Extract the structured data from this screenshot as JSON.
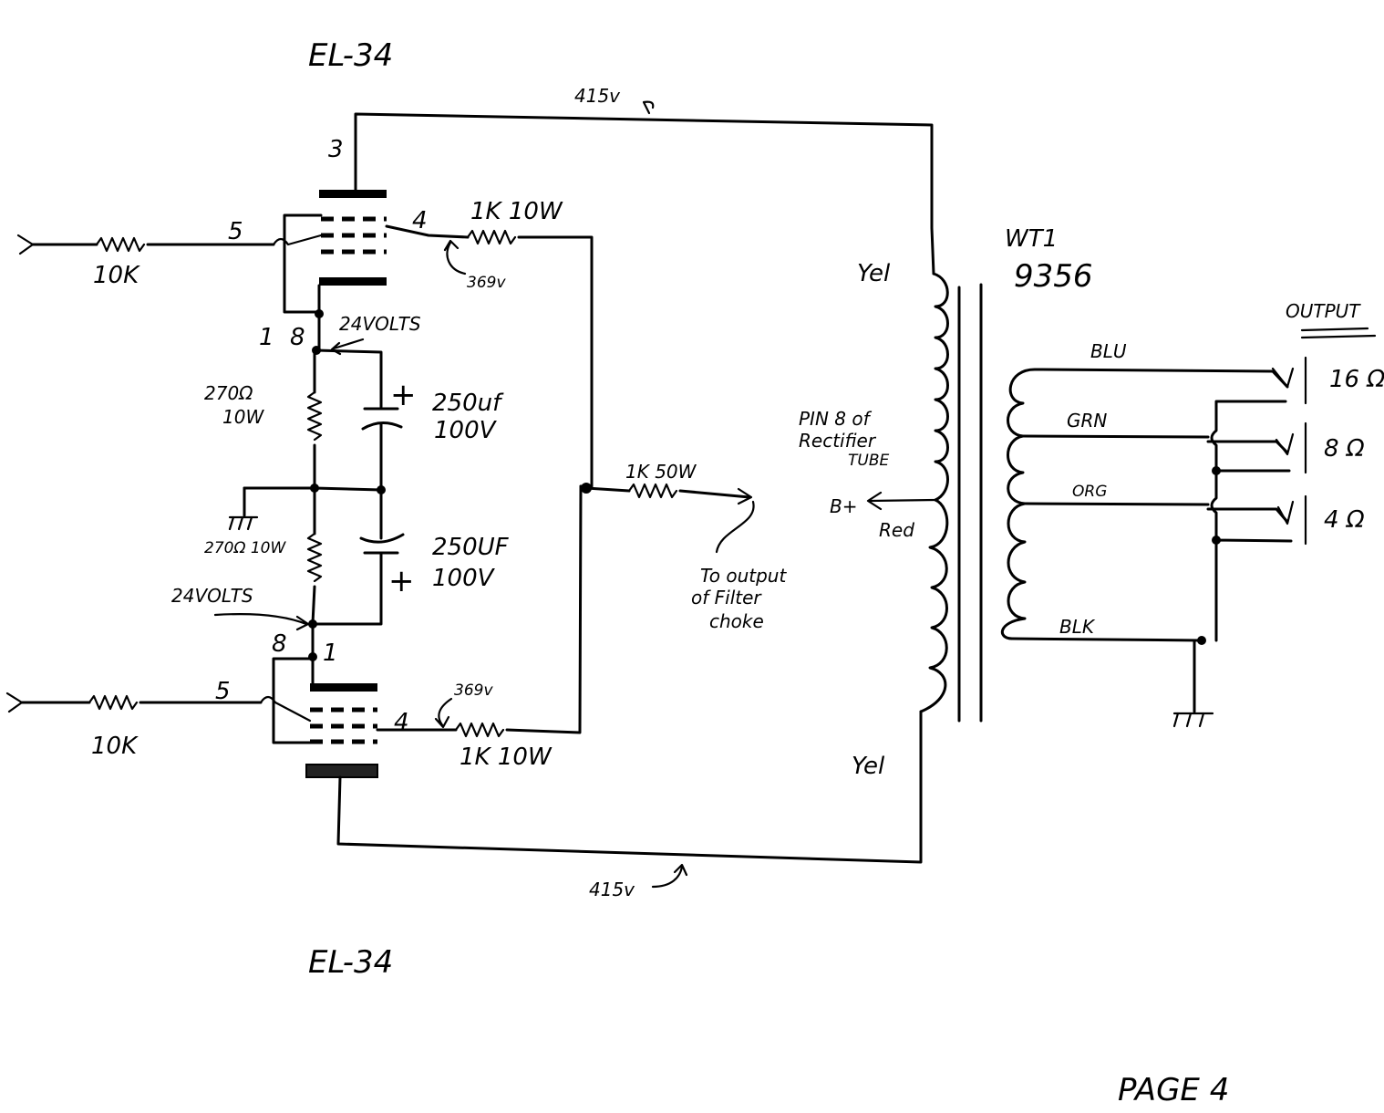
{
  "tubes": {
    "top_label": "EL-34",
    "bottom_label": "EL-34",
    "top_pins": {
      "plate": "3",
      "screen": "4",
      "grid": "5",
      "cathode_a": "1",
      "cathode_b": "8"
    },
    "bottom_pins": {
      "grid": "5",
      "screen": "4",
      "cathode_a": "8",
      "cathode_b": "1"
    }
  },
  "voltages": {
    "top_plate": "415v",
    "bottom_plate": "415v",
    "top_screen": "369v",
    "bottom_screen": "369v",
    "top_cathode": "24VOLTS",
    "bottom_cathode": "24VOLTS"
  },
  "resistors": {
    "top_grid": "10K",
    "bottom_grid": "10K",
    "top_screen": "1K 10W",
    "bottom_screen": "1K 10W",
    "top_cathode_value": "270Ω",
    "top_cathode_watt": "10W",
    "bottom_cathode": "270Ω 10W",
    "dropping": "1K 50W"
  },
  "capacitors": {
    "top_value": "250uf",
    "top_voltage": "100V",
    "bottom_value": "250UF",
    "bottom_voltage": "100V",
    "plus": "+"
  },
  "notes": {
    "filter_choke": [
      "To output",
      "of Filter",
      "choke"
    ],
    "rectifier": [
      "PIN 8 of",
      "Rectifier",
      "TUBE"
    ],
    "b_plus": "B+"
  },
  "transformer": {
    "name": "WT1",
    "part": "9356",
    "primary_top": "Yel",
    "primary_bottom": "Yel",
    "center_tap": "Red",
    "secondary": [
      "BLU",
      "GRN",
      "ORG",
      "BLK"
    ]
  },
  "output": {
    "title": "OUTPUT",
    "taps": [
      "16 Ω",
      "8 Ω",
      "4 Ω"
    ]
  },
  "page": "PAGE 4"
}
